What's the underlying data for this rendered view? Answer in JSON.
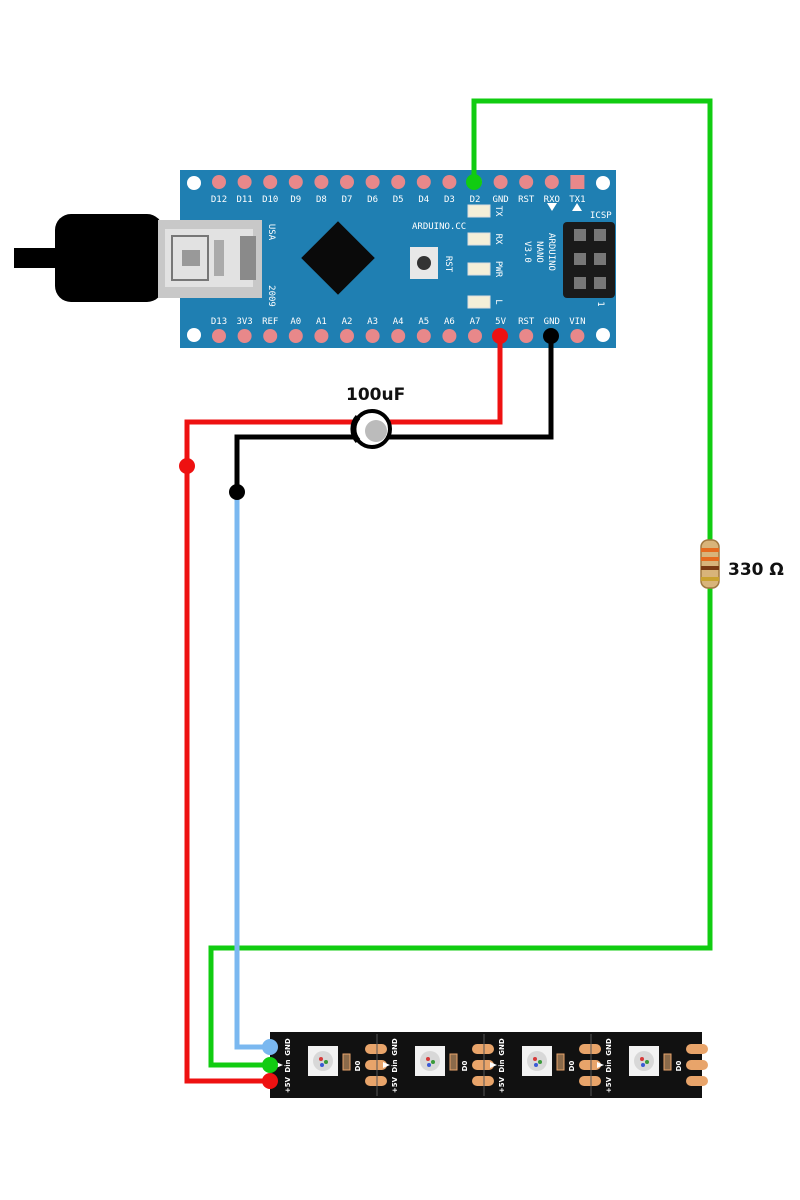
{
  "board": {
    "top_pins": [
      "D12",
      "D11",
      "D10",
      "D9",
      "D8",
      "D7",
      "D6",
      "D5",
      "D4",
      "D3",
      "D2",
      "GND",
      "RST",
      "RXO",
      "TX1"
    ],
    "bottom_pins": [
      "D13",
      "3V3",
      "REF",
      "A0",
      "A1",
      "A2",
      "A3",
      "A4",
      "A5",
      "A6",
      "A7",
      "5V",
      "RST",
      "GND",
      "VIN"
    ],
    "site": "ARDUINO.CC",
    "name_lines": [
      "ARDUINO",
      "NANO",
      "V3.0"
    ],
    "usa": "USA",
    "year": "2009",
    "reset": "RST",
    "leds": [
      "TX",
      "RX",
      "PWR",
      "L"
    ],
    "icsp": "ICSP",
    "icsp_pin1": "1"
  },
  "capacitor": {
    "label": "100uF"
  },
  "resistor": {
    "label": "330 Ω"
  },
  "strip": {
    "labels": {
      "din": "Din",
      "gnd": "GND",
      "v5": "+5V",
      "dout": "D0"
    },
    "pixel_count": 4
  },
  "colors": {
    "board": "#1f7fb2",
    "pin_pad": "#e8888a",
    "wire_power": "#ee1111",
    "wire_ground": "#000000",
    "wire_data": "#11cc11",
    "wire_gnd_strip": "#7ab8f0",
    "strip": "#111111",
    "connector": "#e8a46a"
  }
}
